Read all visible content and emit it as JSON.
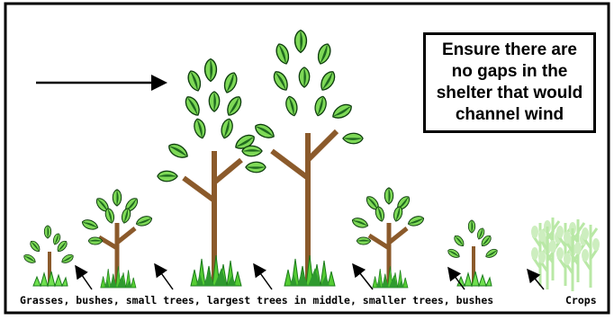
{
  "note": {
    "text_lines": [
      "Ensure there are",
      "no gaps in the",
      "shelter that would",
      "channel wind"
    ]
  },
  "caption": {
    "sequence": "Grasses, bushes, small trees, largest trees in middle, smaller trees, bushes",
    "crops_label": "Crops"
  },
  "colors": {
    "leaf_light": "#7ed957",
    "leaf_dark": "#1f6b1f",
    "trunk": "#8b5a2b",
    "grass": "#55cc33",
    "crops": "#b9e8a6"
  },
  "icons": [
    "wind-arrow-icon",
    "pointer-arrow-icon"
  ]
}
